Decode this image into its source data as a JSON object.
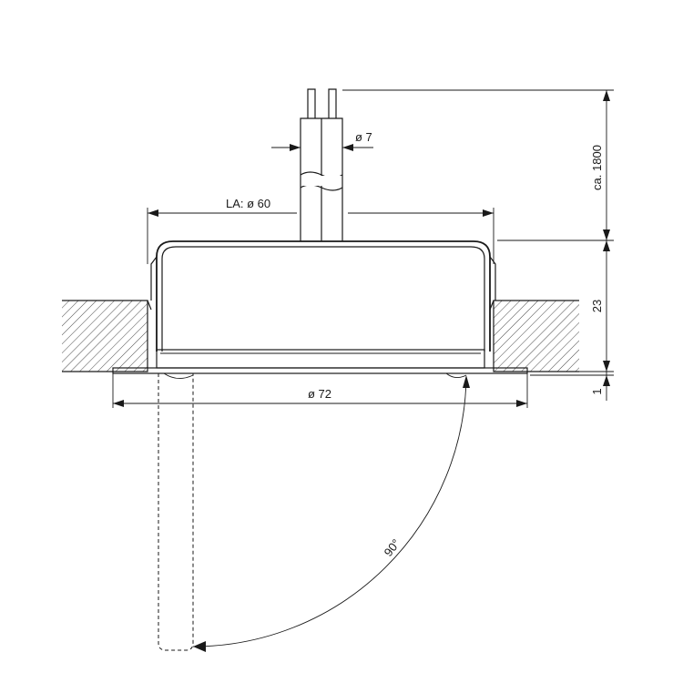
{
  "labels": {
    "cut_out": "LA: ø 60",
    "cable_diameter": "ø 7",
    "cable_length": "ca. 1800",
    "height": "23",
    "flange_thickness": "1",
    "outer_diameter": "ø 72",
    "tilt_angle": "90°"
  },
  "colors": {
    "line": "#1a1a1a",
    "background": "#ffffff"
  }
}
